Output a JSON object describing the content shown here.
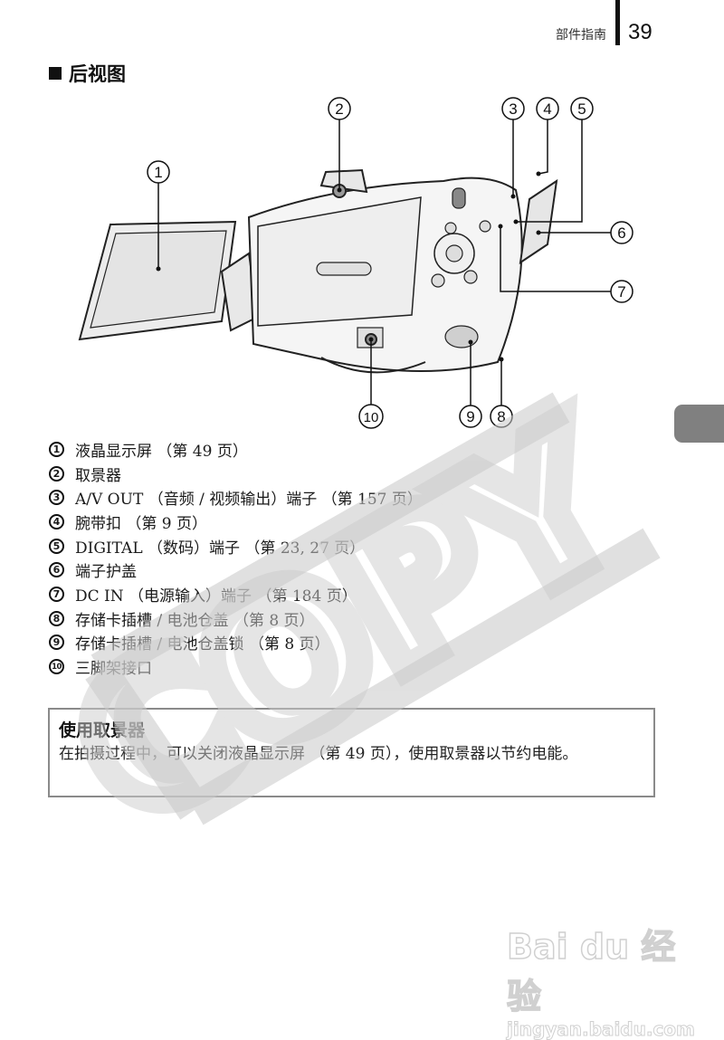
{
  "header": {
    "section": "部件指南",
    "page_number": "39"
  },
  "section_title": "后视图",
  "diagram": {
    "subject": "camera-rear-view",
    "callouts": [
      "1",
      "2",
      "3",
      "4",
      "5",
      "6",
      "7",
      "8",
      "9",
      "10"
    ]
  },
  "parts": [
    {
      "n": "1",
      "text": "液晶显示屏 （第 49 页）"
    },
    {
      "n": "2",
      "text": "取景器"
    },
    {
      "n": "3",
      "text": "A/V OUT （音频 / 视频输出）端子 （第 157 页）"
    },
    {
      "n": "4",
      "text": "腕带扣 （第 9 页）"
    },
    {
      "n": "5",
      "text": "DIGITAL （数码）端子 （第 23, 27 页）"
    },
    {
      "n": "6",
      "text": "端子护盖"
    },
    {
      "n": "7",
      "text": "DC IN （电源输入）端子 （第 184 页）"
    },
    {
      "n": "8",
      "text": "存储卡插槽 / 电池仓盖 （第 8 页）"
    },
    {
      "n": "9",
      "text": "存储卡插槽 / 电池仓盖锁 （第 8 页）"
    },
    {
      "n": "10",
      "text": "三脚架接口"
    }
  ],
  "tip": {
    "title": "使用取景器",
    "text": "在拍摄过程中，可以关闭液晶显示屏 （第 49 页），使用取景器以节约电能。"
  },
  "watermark": {
    "text": "COPY",
    "baidu_logo": "Bai du 经验",
    "baidu_url": "jingyan.baidu.com"
  },
  "colors": {
    "text": "#1a1a1a",
    "box_border": "#8a8a8a",
    "side_tab": "#808080",
    "watermark": "#c8c8c8"
  }
}
